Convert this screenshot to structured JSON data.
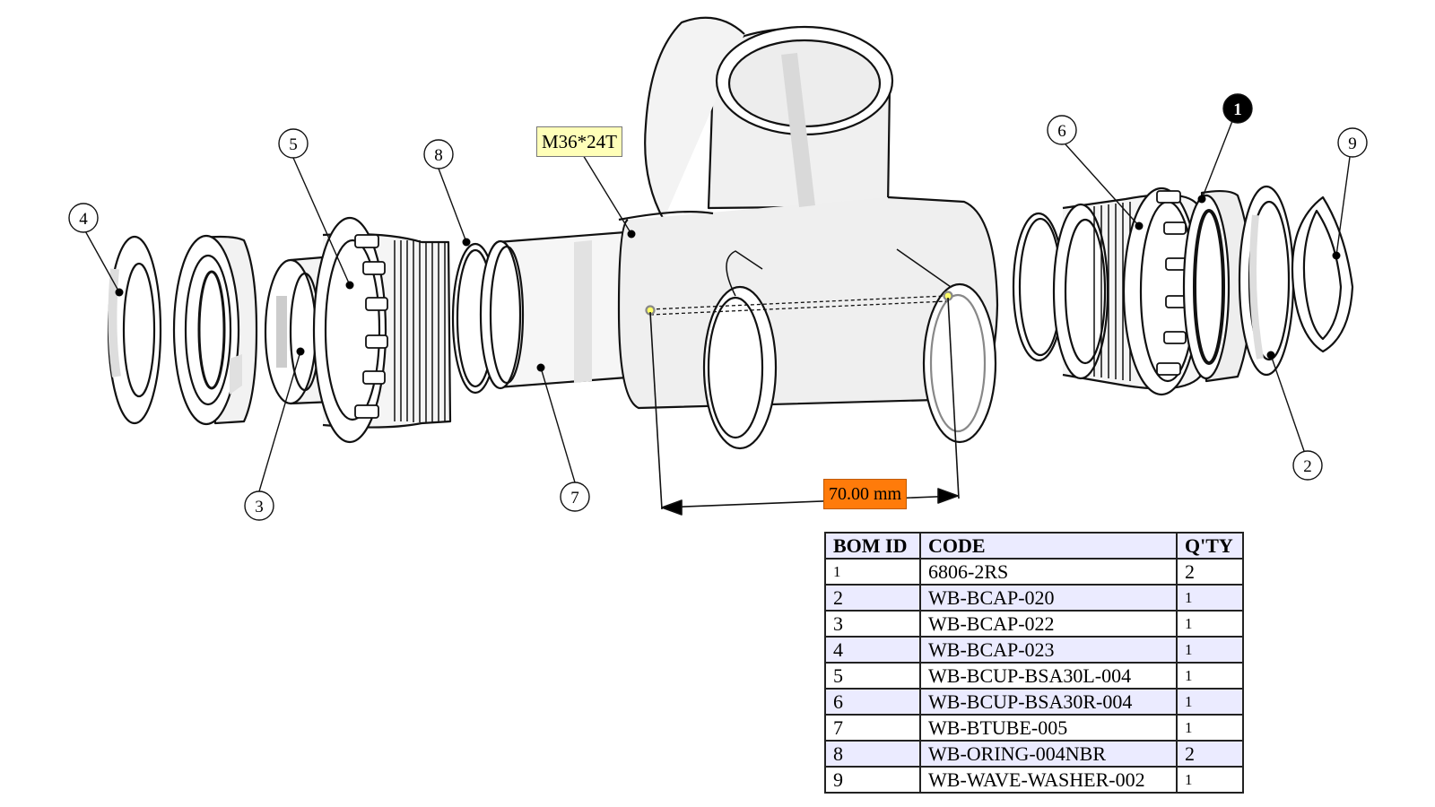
{
  "thread_tag": "M36*24T",
  "dimension": {
    "label": "70.00 mm"
  },
  "callouts": [
    {
      "id": "4",
      "label": "4"
    },
    {
      "id": "5",
      "label": "5"
    },
    {
      "id": "3",
      "label": "3"
    },
    {
      "id": "8",
      "label": "8"
    },
    {
      "id": "7",
      "label": "7"
    },
    {
      "id": "6",
      "label": "6"
    },
    {
      "id": "1",
      "label": "1",
      "filled": true
    },
    {
      "id": "9",
      "label": "9"
    },
    {
      "id": "2",
      "label": "2"
    }
  ],
  "bom": {
    "headers": {
      "id": "BOM ID",
      "code": "CODE",
      "qty": "Q'TY"
    },
    "rows": [
      {
        "id": "1",
        "code": "6806-2RS",
        "qty": "2"
      },
      {
        "id": "2",
        "code": "WB-BCAP-020",
        "qty": "1"
      },
      {
        "id": "3",
        "code": "WB-BCAP-022",
        "qty": "1"
      },
      {
        "id": "4",
        "code": "WB-BCAP-023",
        "qty": "1"
      },
      {
        "id": "5",
        "code": "WB-BCUP-BSA30L-004",
        "qty": "1"
      },
      {
        "id": "6",
        "code": "WB-BCUP-BSA30R-004",
        "qty": "1"
      },
      {
        "id": "7",
        "code": "WB-BTUBE-005",
        "qty": "1"
      },
      {
        "id": "8",
        "code": "WB-ORING-004NBR",
        "qty": "2"
      },
      {
        "id": "9",
        "code": "WB-WAVE-WASHER-002",
        "qty": "1"
      }
    ]
  },
  "colors": {
    "thread_tag_bg": "#ffffb8",
    "dimension_bg": "#ff7b0a",
    "table_alt_row": "#ebebff",
    "part_fill": "#ebebeb",
    "line": "#000000"
  }
}
